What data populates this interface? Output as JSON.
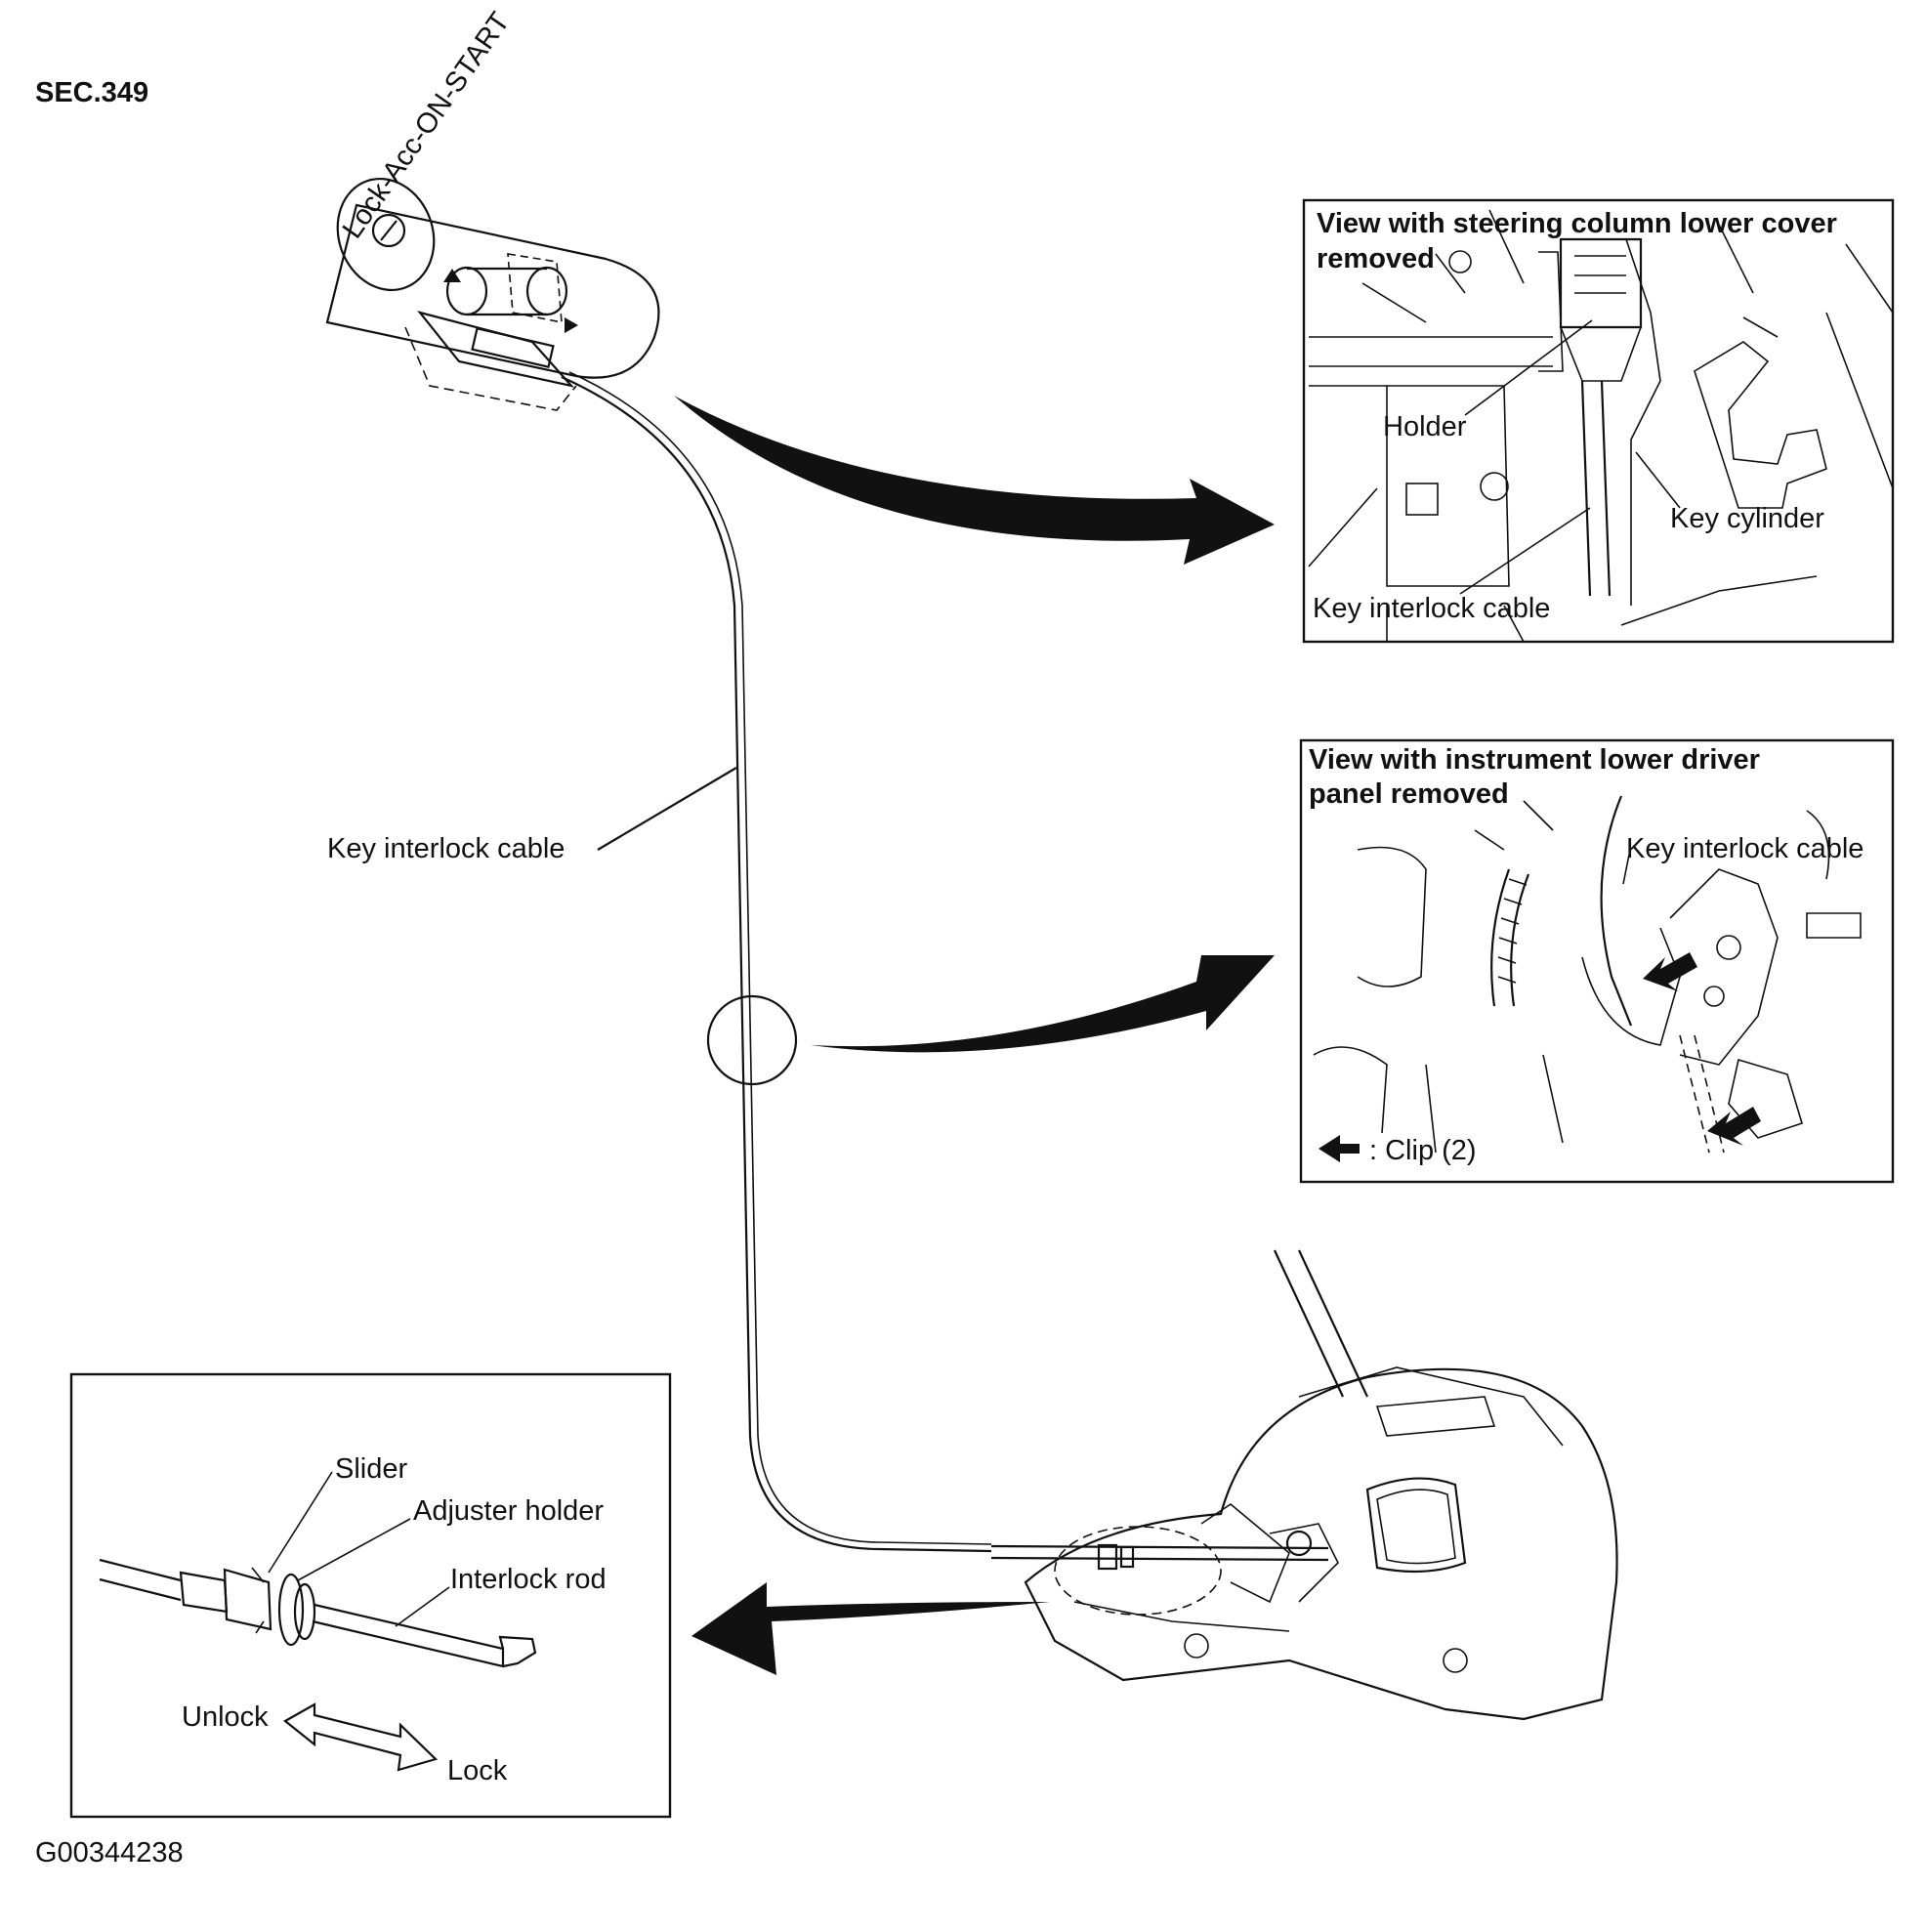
{
  "section": "SEC.349",
  "figure_code": "G00344238",
  "main": {
    "cable_label": "Key interlock cable"
  },
  "view_steering": {
    "title_line1": "View with steering column lower cover",
    "title_line2": "removed",
    "labels": {
      "holder": "Holder",
      "key_cylinder": "Key cylinder",
      "cable": "Key interlock cable"
    }
  },
  "view_panel": {
    "title_line1": "View with instrument lower driver",
    "title_line2": "panel removed",
    "labels": {
      "cable": "Key interlock cable",
      "clip_legend": ": Clip (2)"
    }
  },
  "detail": {
    "labels": {
      "slider": "Slider",
      "adjuster_holder": "Adjuster holder",
      "interlock_rod": "Interlock rod",
      "unlock": "Unlock",
      "lock": "Lock"
    }
  },
  "icons": [
    "key-cylinder-icon",
    "shifter-assembly-icon",
    "clip-arrow-icon",
    "direction-arrow-icon"
  ]
}
